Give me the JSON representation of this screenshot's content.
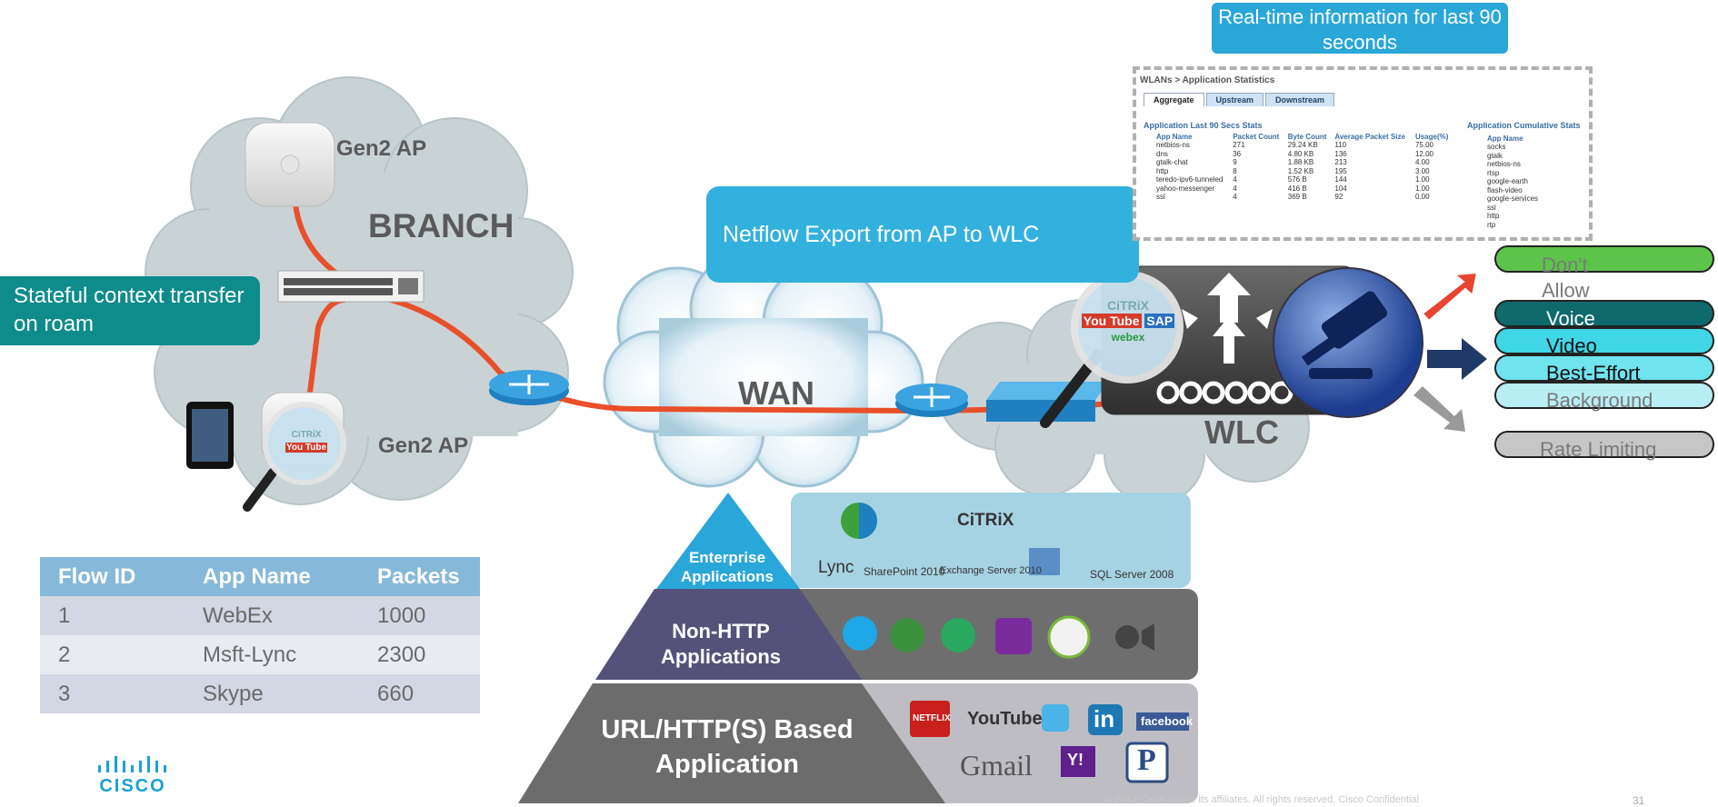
{
  "callouts": {
    "realtime": "Real-time information for last 90 seconds",
    "netflow": "Netflow Export from AP to WLC",
    "stateful": "Stateful context transfer on roam"
  },
  "clouds": {
    "branch": "BRANCH",
    "ap_top": "Gen2 AP",
    "ap_bottom": "Gen2 AP",
    "wan": "WAN",
    "wlc": "WLC"
  },
  "stats": {
    "breadcrumb": "WLANs > Application Statistics",
    "tabs": [
      "Aggregate",
      "Upstream",
      "Downstream"
    ],
    "last90_title": "Application Last 90 Secs Stats",
    "cumulative_title": "Application Cumulative Stats",
    "columns": [
      "App Name",
      "Packet Count",
      "Byte Count",
      "Average Packet Size",
      "Usage(%)"
    ],
    "rows": [
      [
        "netbios-ns",
        "271",
        "29.24 KB",
        "110",
        "75.00"
      ],
      [
        "dns",
        "36",
        "4.80 KB",
        "136",
        "12.00"
      ],
      [
        "gtalk-chat",
        "9",
        "1.88 KB",
        "213",
        "4.00"
      ],
      [
        "http",
        "8",
        "1.52 KB",
        "195",
        "3.00"
      ],
      [
        "teredo-ipv6-tunneled",
        "4",
        "576 B",
        "144",
        "1.00"
      ],
      [
        "yahoo-messenger",
        "4",
        "416 B",
        "104",
        "1.00"
      ],
      [
        "ssl",
        "4",
        "369 B",
        "92",
        "0.00"
      ]
    ],
    "cumulative_header": "App Name",
    "cumulative": [
      "socks",
      "gtalk",
      "netbios-ns",
      "rtsp",
      "google-earth",
      "flash-video",
      "google-services",
      "ssl",
      "http",
      "rtp"
    ]
  },
  "qos": [
    {
      "label": "Don't Allow",
      "color": "#5cc44a",
      "text_color": "#7a7a7a"
    },
    {
      "label": "Voice",
      "color": "#0f6a6e",
      "text_color": "#ffffff"
    },
    {
      "label": "Video",
      "color": "#3fd6e6",
      "text_color": "#111111"
    },
    {
      "label": "Best-Effort",
      "color": "#6fe3ee",
      "text_color": "#111111"
    },
    {
      "label": "Background",
      "color": "#b8eef4",
      "text_color": "#7a7a7a"
    },
    {
      "label": "Rate Limiting",
      "color": "#c6c6c6",
      "text_color": "#7a7a7a"
    }
  ],
  "flow_table": {
    "headers": [
      "Flow ID",
      "App Name",
      "Packets"
    ],
    "rows": [
      [
        "1",
        "WebEx",
        "1000"
      ],
      [
        "2",
        "Msft-Lync",
        "2300"
      ],
      [
        "3",
        "Skype",
        "660"
      ]
    ]
  },
  "pyramid": {
    "top": "Enterprise Applications",
    "middle": "Non-HTTP Applications",
    "bottom": "URL/HTTP(S) Based Application"
  },
  "logos": {
    "enterprise": [
      "CiTRiX",
      "Lync",
      "SharePoint 2010",
      "Exchange Server 2010",
      "SQL Server 2008"
    ],
    "web": [
      "NETFLIX",
      "YouTube",
      "in",
      "facebook",
      "Gmail",
      "Y!",
      "P"
    ],
    "magnifier": [
      "CiTRiX",
      "You Tube",
      "SAP",
      "webex"
    ]
  },
  "brand": "CISCO",
  "footer": "© 2013 Cisco and/or its affiliates. All rights reserved. Cisco Confidential",
  "page_number": "31",
  "colors": {
    "accent_blue": "#2aa7d9",
    "teal": "#0e8c8c",
    "flow_line": "#e8502a",
    "wlc_box": "#4a4a4a",
    "table_header": "#86b8d9"
  }
}
